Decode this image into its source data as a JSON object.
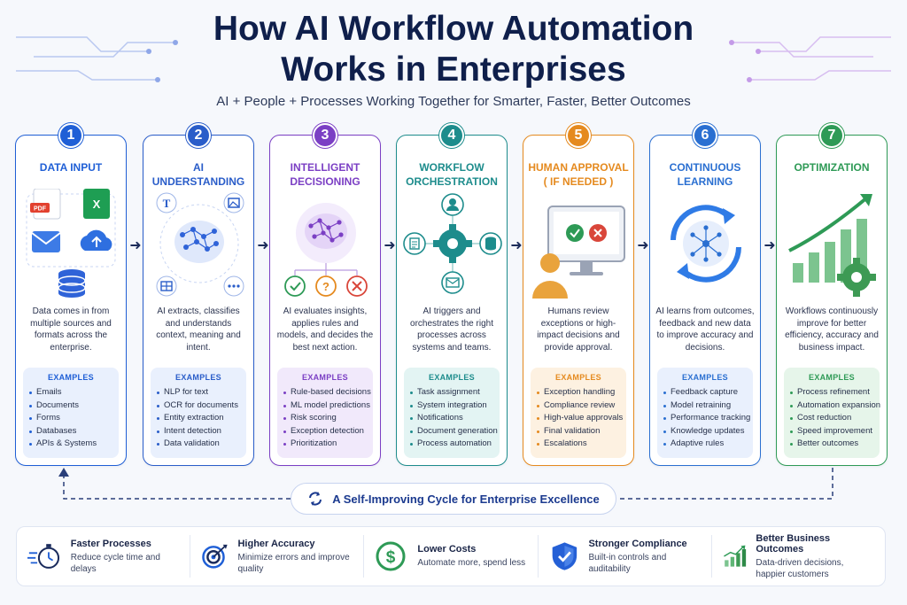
{
  "header": {
    "title_line1": "How AI Workflow Automation",
    "title_line2": "Works in Enterprises",
    "subtitle": "AI + People + Processes Working Together for Smarter, Faster, Better Outcomes"
  },
  "examples_label": "EXAMPLES",
  "colors": {
    "navy": "#0f1f4b",
    "step1": "#1f5fd6",
    "step2": "#2a5dc9",
    "step3": "#7b3fc4",
    "step4": "#1d8c8c",
    "step5": "#e58a1f",
    "step6": "#2a6fd1",
    "step7": "#2e9a56"
  },
  "steps": [
    {
      "number": "1",
      "title": "DATA INPUT",
      "description": "Data comes in from multiple sources and formats across the enterprise.",
      "examples": [
        "Emails",
        "Documents",
        "Forms",
        "Databases",
        "APIs & Systems"
      ]
    },
    {
      "number": "2",
      "title": "AI UNDERSTANDING",
      "description": "AI extracts, classifies and understands context, meaning and intent.",
      "examples": [
        "NLP for text",
        "OCR for documents",
        "Entity extraction",
        "Intent detection",
        "Data validation"
      ]
    },
    {
      "number": "3",
      "title": "INTELLIGENT DECISIONING",
      "description": "AI evaluates insights, applies rules and models, and decides the best next action.",
      "examples": [
        "Rule-based decisions",
        "ML model predictions",
        "Risk scoring",
        "Exception detection",
        "Prioritization"
      ]
    },
    {
      "number": "4",
      "title": "WORKFLOW ORCHESTRATION",
      "description": "AI triggers and orchestrates the right processes across systems and teams.",
      "examples": [
        "Task assignment",
        "System integration",
        "Notifications",
        "Document generation",
        "Process automation"
      ]
    },
    {
      "number": "5",
      "title": "HUMAN APPROVAL ( IF NEEDED )",
      "description": "Humans review exceptions or high-impact decisions and provide approval.",
      "examples": [
        "Exception handling",
        "Compliance review",
        "High-value approvals",
        "Final validation",
        "Escalations"
      ]
    },
    {
      "number": "6",
      "title": "CONTINUOUS LEARNING",
      "description": "AI learns from outcomes, feedback and new data to improve accuracy and decisions.",
      "examples": [
        "Feedback capture",
        "Model retraining",
        "Performance tracking",
        "Knowledge updates",
        "Adaptive rules"
      ]
    },
    {
      "number": "7",
      "title": "OPTIMIZATION",
      "description": "Workflows continuously improve for better efficiency, accuracy and business impact.",
      "examples": [
        "Process refinement",
        "Automation expansion",
        "Cost reduction",
        "Speed improvement",
        "Better outcomes"
      ]
    }
  ],
  "illustration_labels": {
    "pdf": "PDF",
    "doc_t": "T",
    "question": "?"
  },
  "cycle": {
    "label": "A Self-Improving Cycle for Enterprise Excellence"
  },
  "benefits": [
    {
      "title": "Faster Processes",
      "description": "Reduce cycle time and delays",
      "icon": "stopwatch-icon"
    },
    {
      "title": "Higher Accuracy",
      "description": "Minimize errors and improve quality",
      "icon": "target-icon"
    },
    {
      "title": "Lower Costs",
      "description": "Automate more, spend less",
      "icon": "dollar-icon"
    },
    {
      "title": "Stronger Compliance",
      "description": "Built-in controls and auditability",
      "icon": "shield-check-icon"
    },
    {
      "title": "Better Business Outcomes",
      "description": "Data-driven decisions, happier customers",
      "icon": "growth-chart-icon"
    }
  ]
}
